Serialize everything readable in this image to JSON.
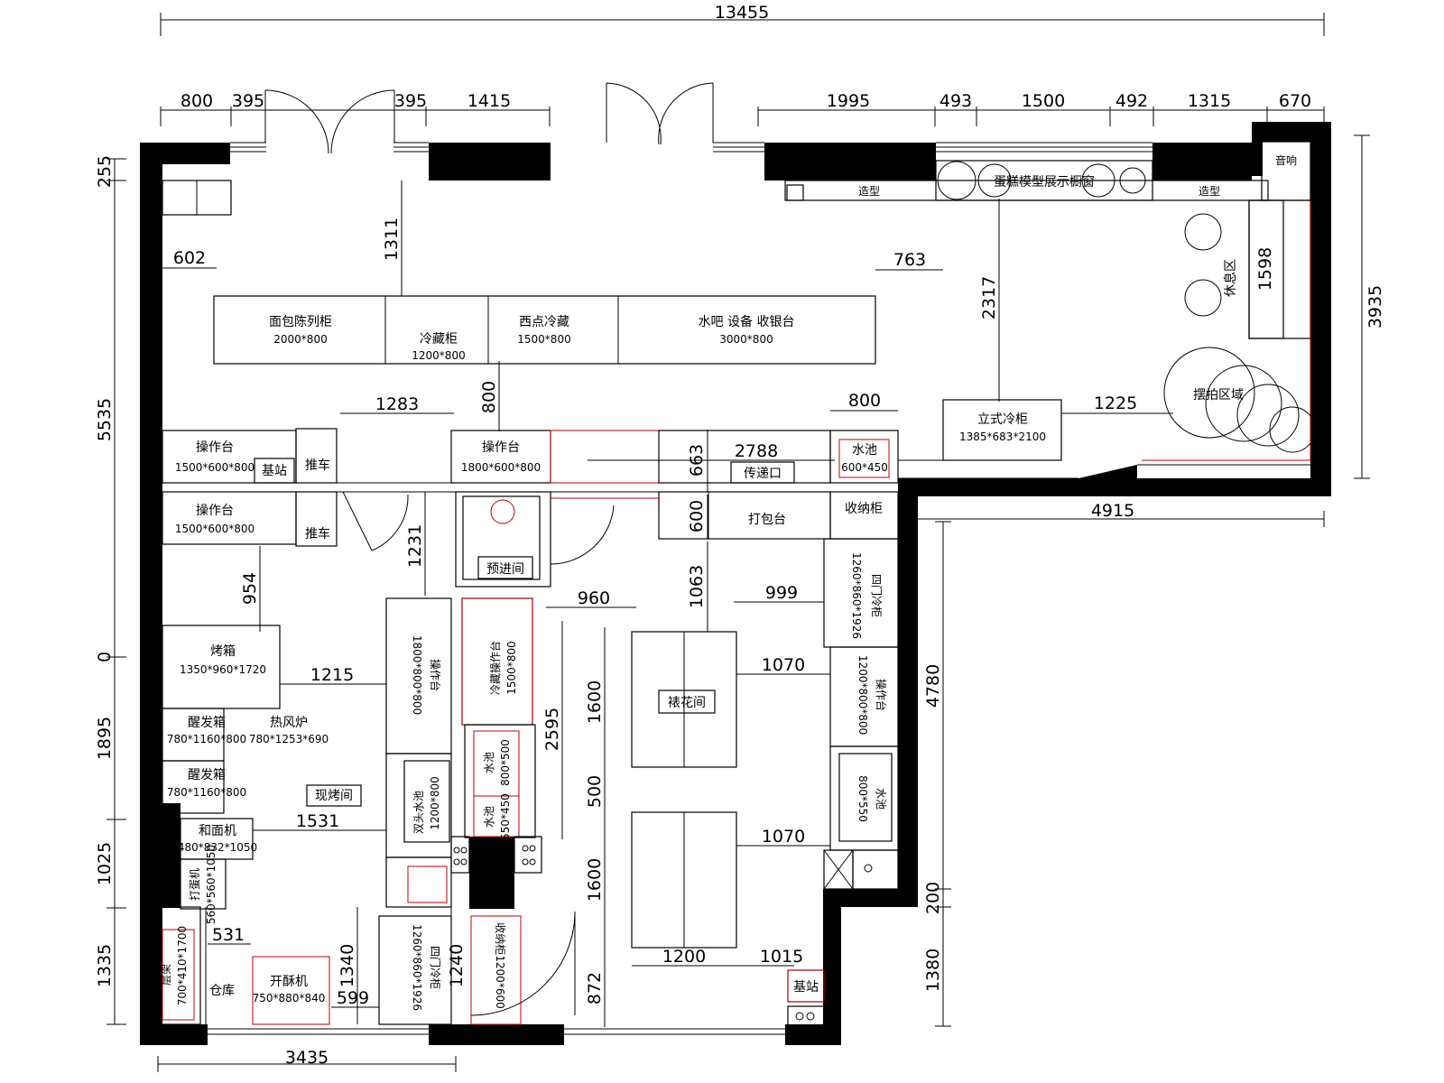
{
  "plan": {
    "dimensions": {
      "overall_top": "13455",
      "top_row": [
        "800",
        "395",
        "395",
        "1415",
        "1995",
        "493",
        "1500",
        "492",
        "1315",
        "670"
      ],
      "left_col": [
        "255",
        "5535",
        "0",
        "1895",
        "1025",
        "1335"
      ],
      "right_col": [
        "3935",
        "4780",
        "200",
        "1380"
      ],
      "bottom": "3435",
      "inner": {
        "d1311": "1311",
        "d602": "602",
        "d763": "763",
        "d2317": "2317",
        "d1598": "1598",
        "d1225": "1225",
        "d800a": "800",
        "d1283": "1283",
        "d800b": "800",
        "d2788": "2788",
        "d663": "663",
        "d4915": "4915",
        "d600": "600",
        "d1231": "1231",
        "d954": "954",
        "d1063": "1063",
        "d960": "960",
        "d999": "999",
        "d1215": "1215",
        "d1070a": "1070",
        "d2595": "2595",
        "d1600a": "1600",
        "d500": "500",
        "d1531": "1531",
        "d1070b": "1070",
        "d1600b": "1600",
        "d531": "531",
        "d1340": "1340",
        "d599": "599",
        "d1240": "1240",
        "d1200": "1200",
        "d1015": "1015",
        "d872": "872"
      }
    },
    "labels": {
      "bread_cabinet": "面包陈列柜",
      "bread_cabinet_size": "2000*800",
      "fridge_cabinet": "冷藏柜",
      "fridge_cabinet_size": "1200*800",
      "dessert_fridge": "西点冷藏",
      "dessert_fridge_size": "1500*800",
      "counter": "水吧 设备 收银台",
      "counter_size": "3000*800",
      "display_window": "蛋糕模型展示橱窗",
      "shaping_l": "造型",
      "shaping_r": "造型",
      "rest_area": "休息区",
      "display_area": "摆拍区域",
      "speaker": "音响",
      "vertical_fridge": "立式冷柜",
      "vertical_fridge_size": "1385*683*2100",
      "op_table1": "操作台",
      "op_table1_size": "1500*600*800",
      "base_station1": "基站",
      "cart1": "推车",
      "op_table2": "操作台",
      "op_table2_size": "1800*600*800",
      "pass_window": "传递口",
      "sink1": "水池",
      "sink1_size": "600*450",
      "op_table3": "操作台",
      "op_table3_size": "1500*600*800",
      "cart2": "推车",
      "pre_room": "预进间",
      "pack_table": "打包台",
      "storage_cab": "收纳柜",
      "four_door_fridge1": "四门冷柜",
      "four_door_fridge1_size": "1260*860*1926",
      "oven": "烤箱",
      "oven_size": "1350*960*1720",
      "ferment1": "醒发箱",
      "ferment1_size": "780*1160*800",
      "hot_air": "热风炉",
      "hot_air_size": "780*1253*690",
      "ferment2": "醒发箱",
      "ferment2_size": "780*1160*800",
      "bake_room": "现烤间",
      "op_table_v": "操作台",
      "op_table_v_size": "1800*800*800",
      "cold_op": "冷藏操作台",
      "cold_op_size": "1500*800",
      "decor_room": "裱花间",
      "op_table_r": "操作台",
      "op_table_r_size": "1200*800*800",
      "double_sink": "双头水池",
      "double_sink_size": "1200*800",
      "sink2": "水池",
      "sink2_size": "800*500",
      "sink3": "水池",
      "sink3_size": "550*450",
      "sink4": "水池",
      "sink4_size": "800*550",
      "dough_mixer": "和面机",
      "dough_mixer_size": "480*832*1050",
      "mixer": "打蛋机",
      "mixer_size": "560*560*1050",
      "shelf": "层架",
      "shelf_size": "700*410*1700",
      "storage_room": "仓库",
      "sheeter": "开酥机",
      "sheeter_size": "750*880*840",
      "four_door_fridge2": "四门冷柜",
      "four_door_fridge2_size": "1260*860*1926",
      "storage_cab2": "收纳柜1200*600",
      "base_station2": "基站"
    }
  }
}
